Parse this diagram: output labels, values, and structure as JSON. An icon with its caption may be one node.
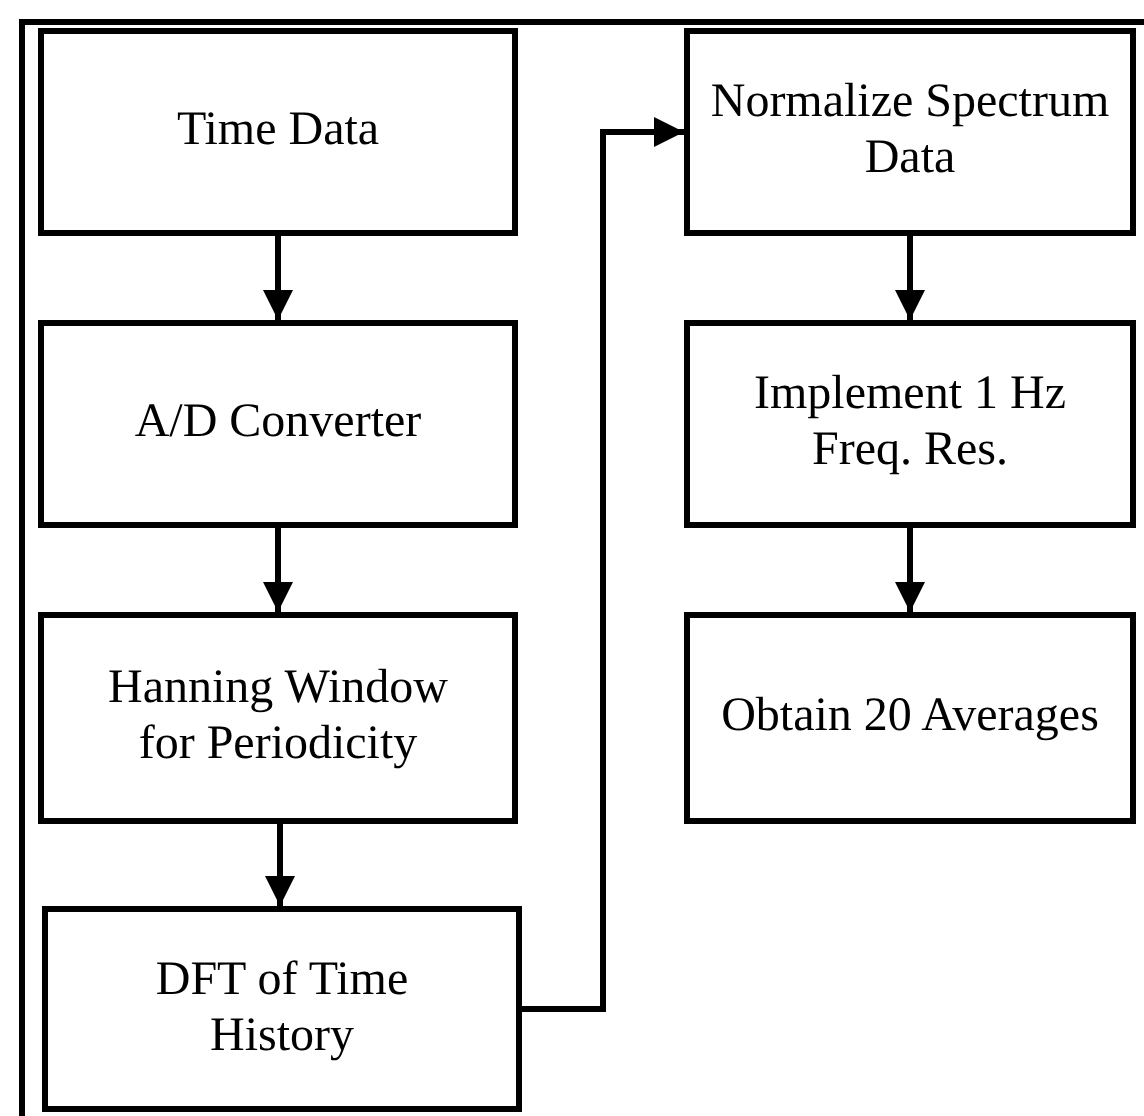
{
  "diagram": {
    "nodes": [
      {
        "text": [
          "Time Data"
        ]
      },
      {
        "text": [
          "A/D Converter"
        ]
      },
      {
        "text": [
          "Hanning Window for Periodicity"
        ]
      },
      {
        "text": [
          "DFT of Time History"
        ]
      },
      {
        "text": [
          "Normalize Spectrum Data"
        ]
      },
      {
        "text": [
          "Implement 1 Hz Freq. Res."
        ]
      },
      {
        "text": [
          "Obtain 20 Averages"
        ]
      }
    ],
    "edges": [
      {
        "from": 0,
        "to": 1,
        "arrow": "to"
      },
      {
        "from": 1,
        "to": 2,
        "arrow": "to"
      },
      {
        "from": 2,
        "to": 3,
        "arrow": "to"
      },
      {
        "from": 3,
        "to": 4,
        "arrow": "to"
      },
      {
        "from": 4,
        "to": 5,
        "arrow": "to"
      },
      {
        "from": 5,
        "to": 6,
        "arrow": "to"
      }
    ]
  }
}
